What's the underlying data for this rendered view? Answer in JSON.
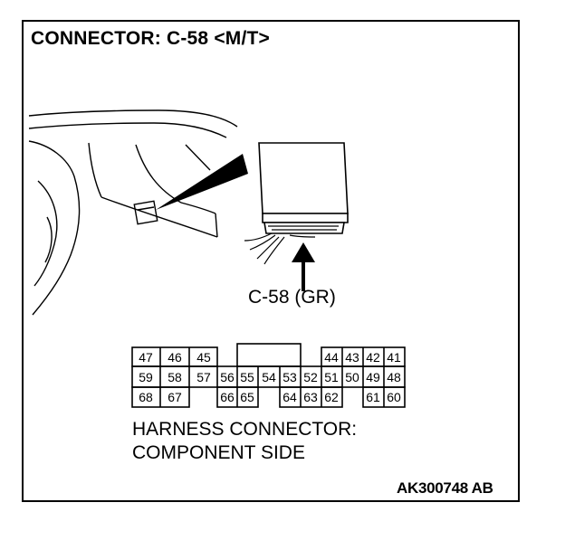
{
  "title": "CONNECTOR: C-58 <M/T>",
  "connector_label": "C-58 (GR)",
  "harness_line1": "HARNESS CONNECTOR:",
  "harness_line2": "COMPONENT SIDE",
  "figure_code": "AK300748 AB",
  "pins": {
    "row1": [
      "47",
      "46",
      "45",
      "",
      "44",
      "43",
      "42",
      "41"
    ],
    "row2": [
      "59",
      "58",
      "57",
      "56",
      "55",
      "54",
      "53",
      "52",
      "51",
      "50",
      "49",
      "48"
    ],
    "row3": [
      "68",
      "67",
      "66",
      "65",
      "64",
      "63",
      "62",
      "61",
      "60"
    ]
  }
}
